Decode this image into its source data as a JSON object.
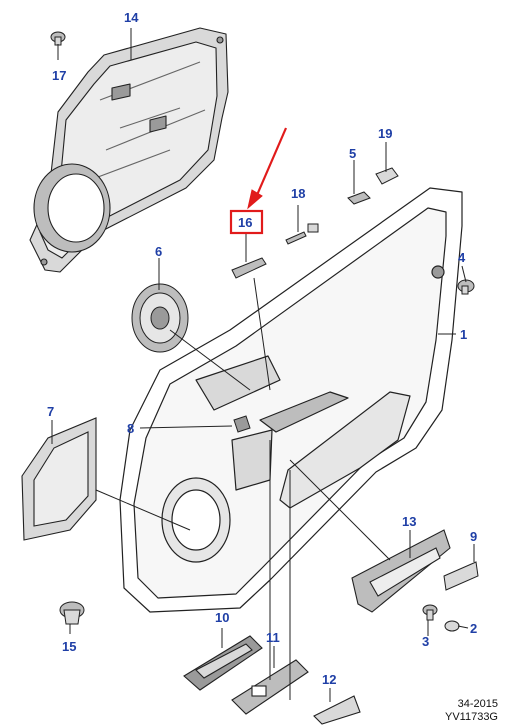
{
  "colors": {
    "callout_number": "#1f3fa6",
    "highlight_box": "#e11b1b",
    "highlight_arrow": "#e11b1b",
    "part_fill": "#ffffff",
    "part_shade": "#d9d9d9",
    "part_dark": "#9a9a9a",
    "line": "#222222"
  },
  "callouts": {
    "c1": "1",
    "c2": "2",
    "c3": "3",
    "c4": "4",
    "c5": "5",
    "c6": "6",
    "c7": "7",
    "c8": "8",
    "c9": "9",
    "c10": "10",
    "c11": "11",
    "c12": "12",
    "c13": "13",
    "c14": "14",
    "c15": "15",
    "c16": "16",
    "c17": "17",
    "c18": "18",
    "c19": "19"
  },
  "highlighted_callout": "16",
  "reference": {
    "code": "34-2015",
    "figure_id": "YV11733G"
  }
}
